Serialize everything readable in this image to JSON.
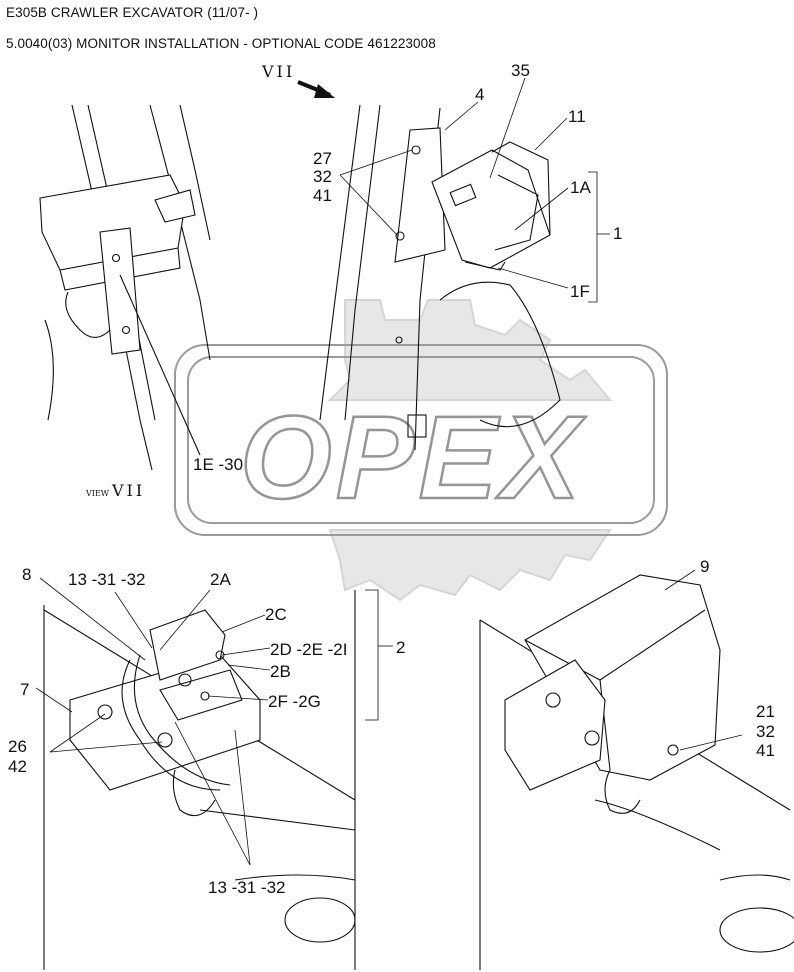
{
  "header": {
    "title": "E305B CRAWLER EXCAVATOR (11/07- )",
    "subtitle": "5.0040(03) MONITOR INSTALLATION - OPTIONAL CODE 461223008"
  },
  "view": {
    "marker": "VII",
    "caption_small": "VIEW",
    "caption": "VII"
  },
  "watermark": "OPEX",
  "callouts": {
    "c35": "35",
    "c4": "4",
    "c11": "11",
    "c27": "27",
    "c32a": "32",
    "c41a": "41",
    "c1A": "1A",
    "c1": "1",
    "c1F": "1F",
    "c1E30": "1E -30",
    "c8": "8",
    "c13a": "13 -31 -32",
    "c2A": "2A",
    "c2C": "2C",
    "c2D": "2D -2E -2I",
    "c2": "2",
    "c2B": "2B",
    "c7": "7",
    "c2F": "2F -2G",
    "c26": "26",
    "c42": "42",
    "c13b": "13 -31 -32",
    "c9": "9",
    "c21": "21",
    "c32b": "32",
    "c41b": "41"
  }
}
